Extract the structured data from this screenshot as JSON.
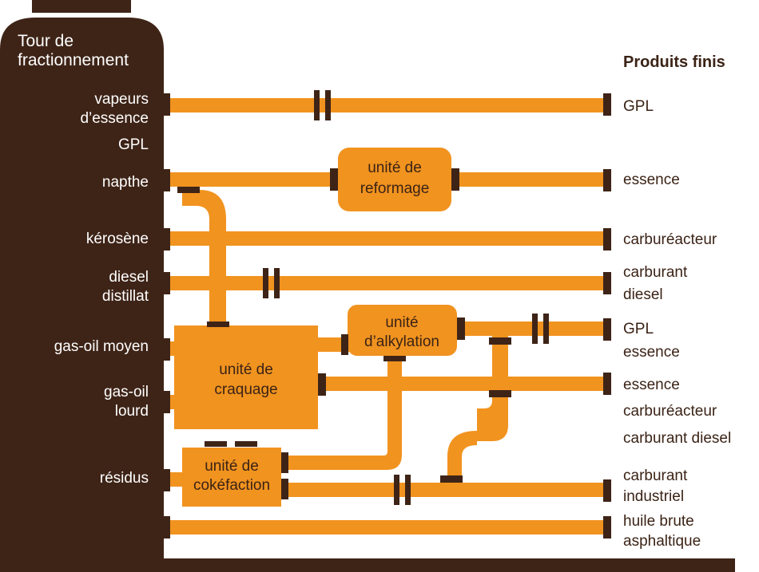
{
  "colors": {
    "tower": "#3e2417",
    "pipe": "#f1931f",
    "unit": "#f1931f",
    "connector": "#3e2417",
    "unit_text": "#3b2316",
    "tower_text": "#ffffff"
  },
  "tower": {
    "title_line1": "Tour de",
    "title_line2": "fractionnement"
  },
  "streams": {
    "vapeurs_line1": "vapeurs",
    "vapeurs_line2": "d’essence",
    "gpl": "GPL",
    "napthe": "napthe",
    "kerosene": "kérosène",
    "diesel_line1": "diesel",
    "diesel_line2": "distillat",
    "gasoil_moyen": "gas-oil moyen",
    "gasoil_lourd_line1": "gas-oil",
    "gasoil_lourd_line2": "lourd",
    "residus": "résidus"
  },
  "units": {
    "reformage_line1": "unité de",
    "reformage_line2": "reformage",
    "alkylation_line1": "unité",
    "alkylation_line2": "d’alkylation",
    "craquage_line1": "unité de",
    "craquage_line2": "craquage",
    "cokefaction_line1": "unité de",
    "cokefaction_line2": "cokéfaction"
  },
  "products": {
    "title": "Produits finis",
    "gpl": "GPL",
    "essence": "essence",
    "carbureacteur": "carburéacteur",
    "carburant_diesel_line1": "carburant",
    "carburant_diesel_line2": "diesel",
    "alk_gpl": "GPL",
    "alk_essence": "essence",
    "crack_essence": "essence",
    "crack_carbureacteur": "carburéacteur",
    "crack_carburant_diesel": "carburant diesel",
    "carburant_industriel_line1": "carburant",
    "carburant_industriel_line2": "industriel",
    "huile_line1": "huile brute",
    "huile_line2": "asphaltique"
  }
}
